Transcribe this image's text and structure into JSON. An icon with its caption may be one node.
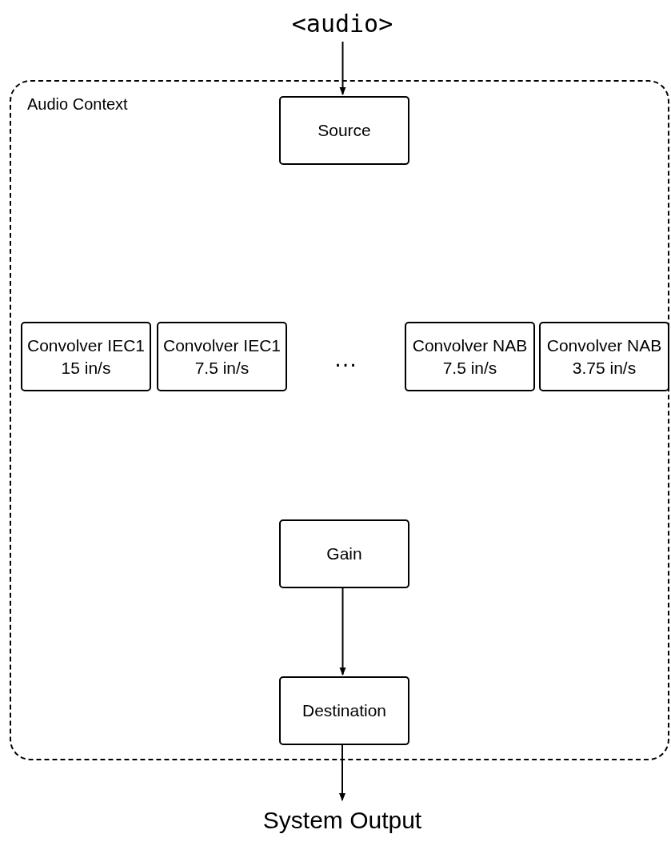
{
  "diagram": {
    "nodes": [
      {
        "text": [
          "<audio>"
        ]
      },
      {
        "text": [
          "Audio Context"
        ]
      },
      {
        "text": [
          "Source"
        ],
        "in": 1
      },
      {
        "text": [
          "Convolver IEC1 15 in/s"
        ],
        "in": 1
      },
      {
        "text": [
          "Convolver IEC1 7.5 in/s"
        ],
        "in": 1
      },
      {
        "text": [
          "Convolver NAB 7.5 in/s"
        ],
        "in": 1
      },
      {
        "text": [
          "Convolver NAB 3.75 in/s"
        ],
        "in": 1
      },
      {
        "text": [
          "Gain"
        ],
        "in": 1
      },
      {
        "text": [
          "Destination"
        ],
        "in": 1
      },
      {
        "text": [
          "System Output"
        ]
      }
    ],
    "edges": [
      {
        "from": 0,
        "to": 2,
        "arrow": "to"
      },
      {
        "from": 7,
        "to": 8,
        "arrow": "to"
      },
      {
        "from": 8,
        "to": 9,
        "arrow": "to"
      }
    ],
    "labels": [
      "…"
    ]
  }
}
